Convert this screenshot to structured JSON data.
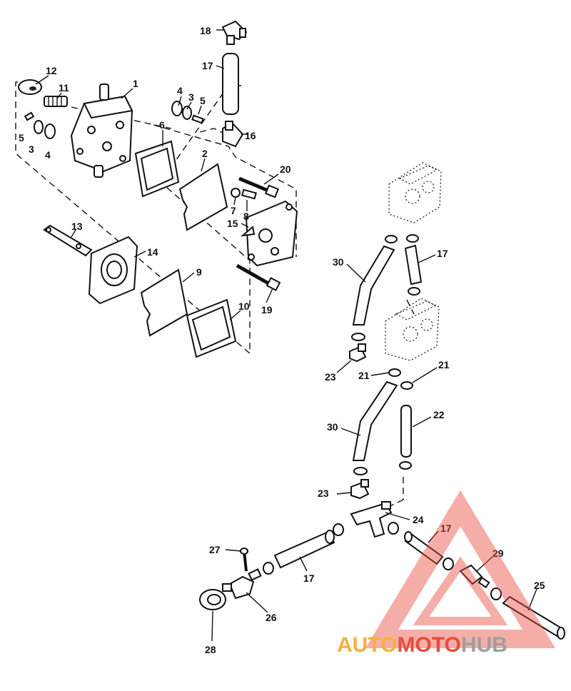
{
  "callouts": {
    "c1": "1",
    "c2": "2",
    "c3a": "3",
    "c3b": "3",
    "c4a": "4",
    "c4b": "4",
    "c5a": "5",
    "c5b": "5",
    "c6": "6",
    "c7": "7",
    "c8": "8",
    "c9": "9",
    "c10": "10",
    "c11": "11",
    "c12": "12",
    "c13": "13",
    "c14": "14",
    "c15": "15",
    "c16": "16",
    "c17a": "17",
    "c17b": "17",
    "c17c": "17",
    "c17d": "17",
    "c18": "18",
    "c19": "19",
    "c20": "20",
    "c21a": "21",
    "c21b": "21",
    "c22": "22",
    "c23a": "23",
    "c23b": "23",
    "c24": "24",
    "c25": "25",
    "c26": "26",
    "c27": "27",
    "c28": "28",
    "c29": "29",
    "c30a": "30",
    "c30b": "30"
  },
  "watermark": {
    "part1": "AUTO",
    "part2": "MOTO",
    "part3": "HUB",
    "color_orange": "#f5b041",
    "color_red": "#e74c3c",
    "color_gray": "#9e9e9e"
  }
}
